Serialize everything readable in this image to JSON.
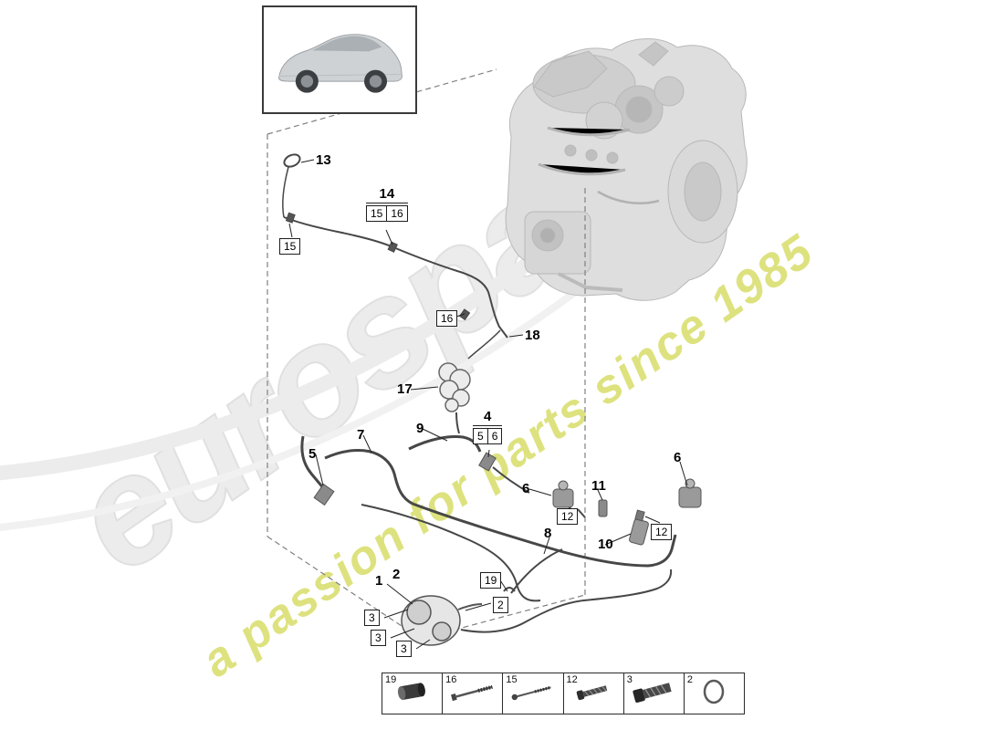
{
  "watermark": {
    "brand": "eurospares",
    "tagline": "a passion for parts since 1985",
    "brand_color": "#ececec",
    "tagline_color": "#dde27f"
  },
  "diagram": {
    "vehicle_thumbnail": "porsche-panamera-side-view",
    "engine_view": "v8-engine-illustration"
  },
  "callouts": {
    "c13": "13",
    "c14": "14",
    "c15a": "15",
    "c16a": "16",
    "c15b": "15",
    "c16b": "16",
    "c18": "18",
    "c17": "17",
    "c4": "4",
    "c5a": "5",
    "c6a": "6",
    "c9": "9",
    "c7": "7",
    "c5b": "5",
    "c6b": "6",
    "c6c": "6",
    "c11": "11",
    "c12a": "12",
    "c12b": "12",
    "c10": "10",
    "c8": "8",
    "c1": "1",
    "c2a": "2",
    "c2b": "2",
    "c19": "19",
    "c3a": "3",
    "c3b": "3",
    "c3c": "3"
  },
  "legend": {
    "items": [
      {
        "number": "19",
        "icon": "sleeve-icon"
      },
      {
        "number": "16",
        "icon": "long-screw-icon"
      },
      {
        "number": "15",
        "icon": "long-stud-icon"
      },
      {
        "number": "12",
        "icon": "screw-icon"
      },
      {
        "number": "3",
        "icon": "bolt-icon"
      },
      {
        "number": "2",
        "icon": "o-ring-icon"
      }
    ]
  }
}
